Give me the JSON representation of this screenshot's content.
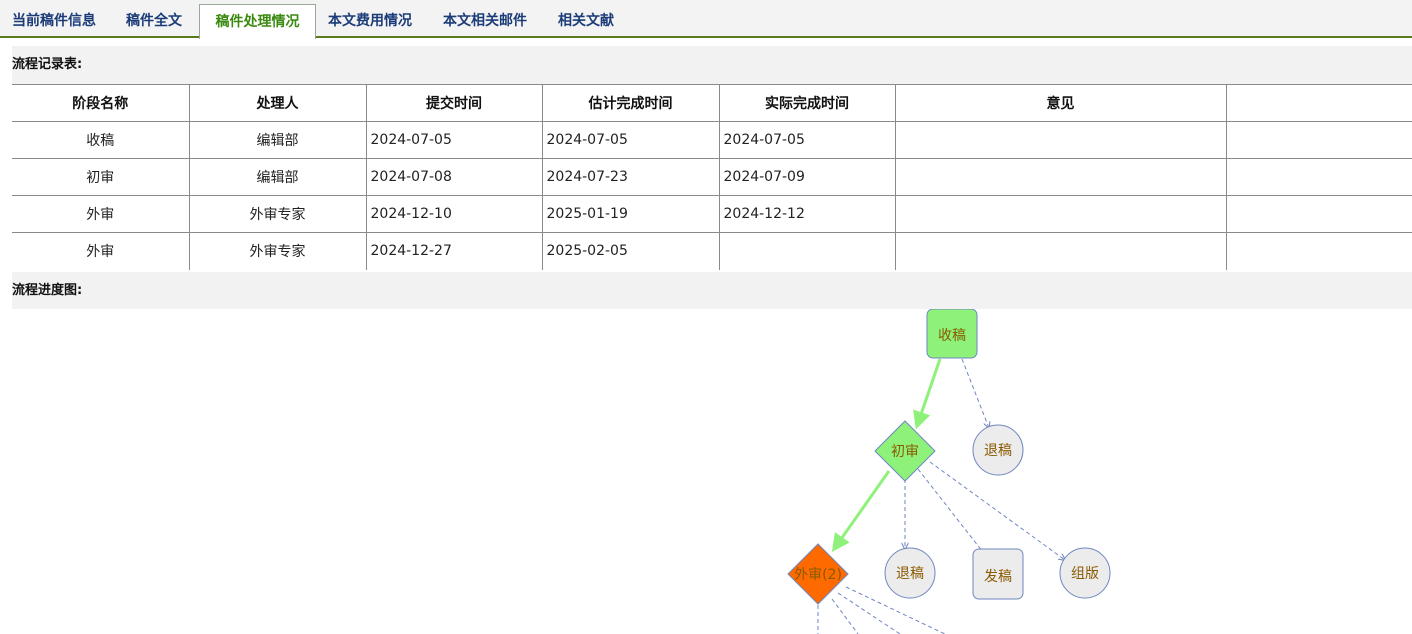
{
  "tabs": [
    {
      "label": "当前稿件信息",
      "active": false
    },
    {
      "label": "稿件全文",
      "active": false
    },
    {
      "label": "稿件处理情况",
      "active": true
    },
    {
      "label": "本文费用情况",
      "active": false
    },
    {
      "label": "本文相关邮件",
      "active": false
    },
    {
      "label": "相关文献",
      "active": false
    }
  ],
  "record_section": {
    "title": "流程记录表:",
    "headers": [
      "阶段名称",
      "处理人",
      "提交时间",
      "估计完成时间",
      "实际完成时间",
      "意见",
      ""
    ],
    "rows": [
      [
        "收稿",
        "编辑部",
        "2024-07-05",
        "2024-07-05",
        "2024-07-05",
        "",
        ""
      ],
      [
        "初审",
        "编辑部",
        "2024-07-08",
        "2024-07-23",
        "2024-07-09",
        "",
        ""
      ],
      [
        "外审",
        "外审专家",
        "2024-12-10",
        "2025-01-19",
        "2024-12-12",
        "",
        ""
      ],
      [
        "外审",
        "外审专家",
        "2024-12-27",
        "2025-02-05",
        "",
        "",
        ""
      ]
    ]
  },
  "progress_section": {
    "title": "流程进度图:",
    "nodes": {
      "shougao": "收稿",
      "chushen": "初审",
      "tuigao1": "退稿",
      "waishen": "外审(2)",
      "tuigao2": "退稿",
      "fagao": "发稿",
      "zuban": "组版"
    }
  },
  "colors": {
    "tab_text": "#1b3c78",
    "tab_active_text": "#3a8a10",
    "tab_underline": "#5a7a1e",
    "node_done": "#8ef27a",
    "node_current": "#ff6a00",
    "node_pending": "#ececec",
    "node_border": "#6f86c0",
    "edge_done": "#8ef27a",
    "edge_pending": "#6f86c0",
    "node_text": "#8a5a00"
  }
}
